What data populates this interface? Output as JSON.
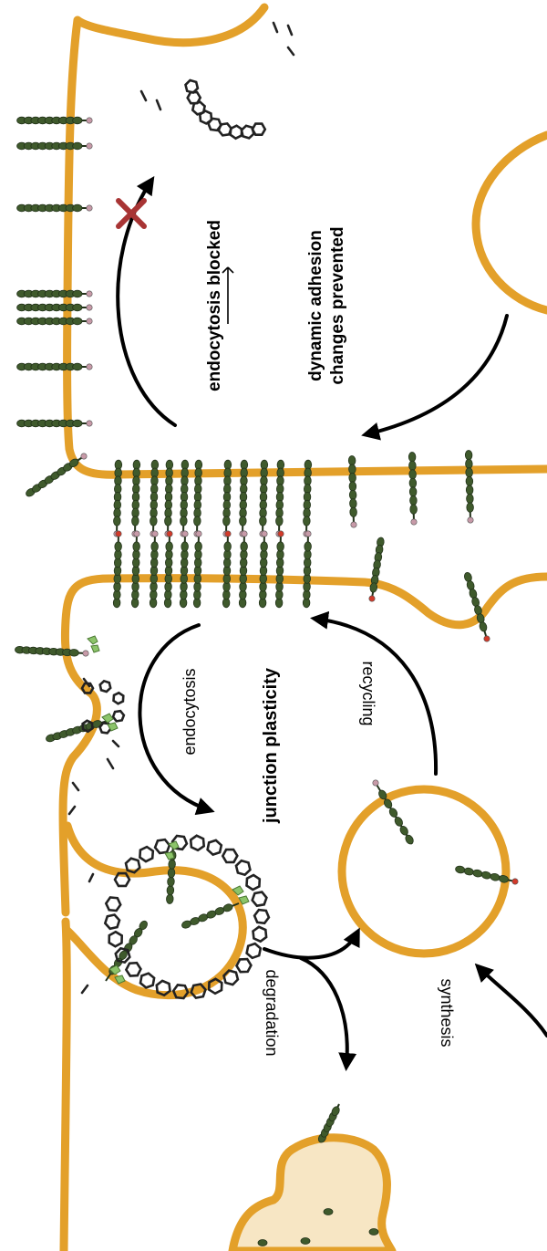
{
  "labels": {
    "endocytosis_blocked": "endocytosis blocked",
    "dynamic_adhesion_line1": "dynamic adhesion",
    "dynamic_adhesion_line2": "changes prevented",
    "junction_plasticity": "junction plasticity",
    "endocytosis": "endocytosis",
    "recycling": "recycling",
    "degradation": "degradation",
    "synthesis": "synthesis"
  },
  "colors": {
    "membrane": "#e3a02a",
    "lysosome_fill": "#f7e6c4",
    "cadherin": "#3f5a2c",
    "cadherin_stroke": "#23331a",
    "clathrin": "#222222",
    "adaptor": "#8cc46a",
    "block_x": "#a83434",
    "pink_tip": "#c79aa8",
    "red_tip": "#d23a2a",
    "arrow": "#000000"
  }
}
